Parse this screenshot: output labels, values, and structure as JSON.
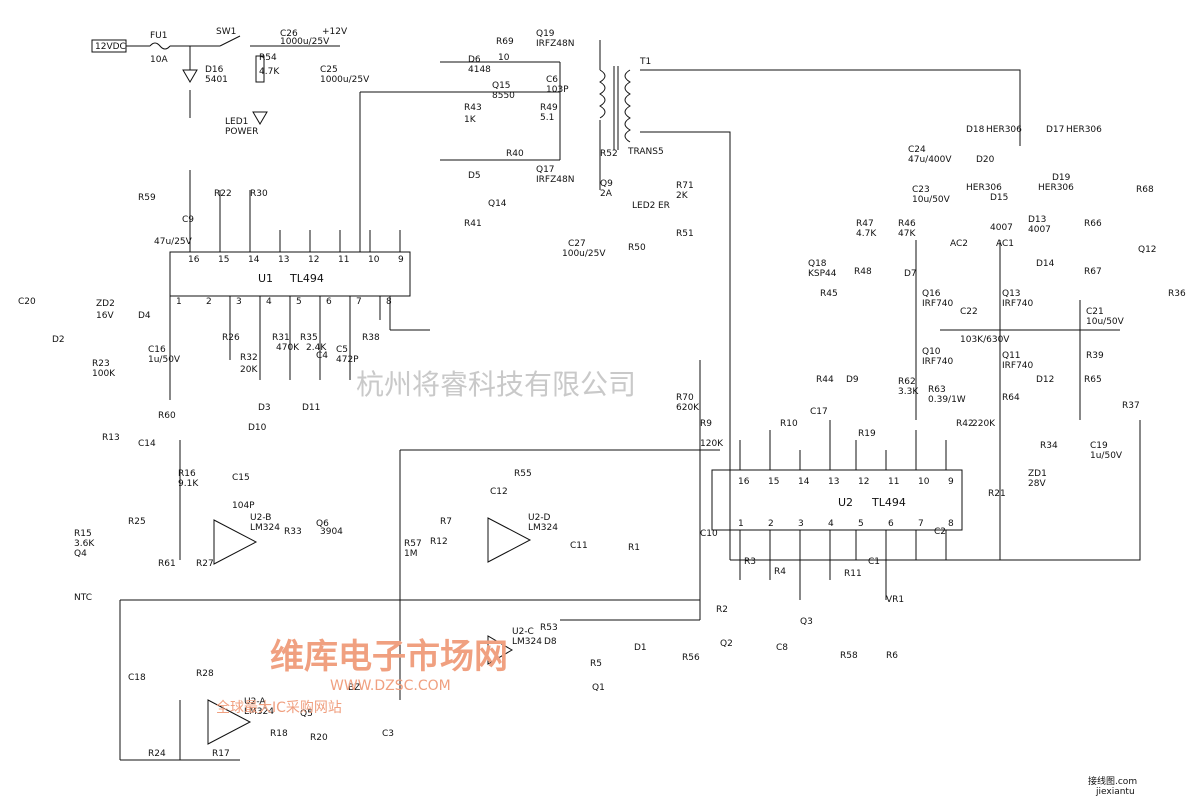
{
  "input": {
    "supply": "12VDC",
    "fuse": "FU1",
    "fuse_value": "10A",
    "switch": "SW1",
    "diode": "D16",
    "diode_value": "5401",
    "resistor": "R54",
    "resistor_value": "4.7K",
    "led": "LED1",
    "led_label": "POWER"
  },
  "caps_top": {
    "c26": "C26",
    "c26_value": "1000u/25V",
    "c25": "C25",
    "c25_value": "1000u/25V",
    "vplus": "+12V"
  },
  "u1": {
    "name": "U1",
    "part": "TL494",
    "pins_top": [
      "16",
      "15",
      "14",
      "13",
      "12",
      "11",
      "10",
      "9"
    ],
    "pins_bottom": [
      "1",
      "2",
      "3",
      "4",
      "5",
      "6",
      "7",
      "8"
    ]
  },
  "u2": {
    "name": "U2",
    "part": "TL494",
    "pins_top": [
      "16",
      "15",
      "14",
      "13",
      "12",
      "11",
      "10",
      "9"
    ],
    "pins_bottom": [
      "1",
      "2",
      "3",
      "4",
      "5",
      "6",
      "7",
      "8"
    ]
  },
  "mosfets_hv": [
    {
      "ref": "Q16",
      "part": "IRF740"
    },
    {
      "ref": "Q13",
      "part": "IRF740"
    },
    {
      "ref": "Q10",
      "part": "IRF740"
    },
    {
      "ref": "Q11",
      "part": "IRF740"
    }
  ],
  "mosfets_lv": [
    {
      "ref": "Q19",
      "part": "IRFZ48N"
    },
    {
      "ref": "Q17",
      "part": "IRFZ48N"
    }
  ],
  "transformer": {
    "ref": "T1",
    "label": "TRANS5"
  },
  "opamps": [
    {
      "ref": "U2-B",
      "part": "LM324"
    },
    {
      "ref": "U2-D",
      "part": "LM324"
    },
    {
      "ref": "U2-C",
      "part": "LM324"
    },
    {
      "ref": "U2-A",
      "part": "LM324"
    }
  ],
  "hv_diodes": [
    {
      "ref": "D18",
      "part": "HER306"
    },
    {
      "ref": "D17",
      "part": "HER306"
    },
    {
      "ref": "D20",
      "part": "HER306"
    },
    {
      "ref": "D19",
      "part": "HER306"
    },
    {
      "ref": "D15",
      "part": "4007"
    },
    {
      "ref": "D13",
      "part": "4007"
    }
  ],
  "components": [
    {
      "t": "R69"
    },
    {
      "t": "10"
    },
    {
      "t": "D6"
    },
    {
      "t": "4148"
    },
    {
      "t": "Q15"
    },
    {
      "t": "8550"
    },
    {
      "t": "R43"
    },
    {
      "t": "1K"
    },
    {
      "t": "C6"
    },
    {
      "t": "103P"
    },
    {
      "t": "R49"
    },
    {
      "t": "5.1"
    },
    {
      "t": "R40"
    },
    {
      "t": "D5"
    },
    {
      "t": "Q14"
    },
    {
      "t": "R41"
    },
    {
      "t": "R52"
    },
    {
      "t": "Q9"
    },
    {
      "t": "2A"
    },
    {
      "t": "R71"
    },
    {
      "t": "2K"
    },
    {
      "t": "LED2"
    },
    {
      "t": "ER"
    },
    {
      "t": "R51"
    },
    {
      "t": "C27"
    },
    {
      "t": "100u/25V"
    },
    {
      "t": "R50"
    },
    {
      "t": "C24"
    },
    {
      "t": "47u/400V"
    },
    {
      "t": "C23"
    },
    {
      "t": "10u/50V"
    },
    {
      "t": "R68"
    },
    {
      "t": "R47"
    },
    {
      "t": "4.7K"
    },
    {
      "t": "R46"
    },
    {
      "t": "47K"
    },
    {
      "t": "AC2"
    },
    {
      "t": "AC1"
    },
    {
      "t": "R66"
    },
    {
      "t": "Q18"
    },
    {
      "t": "KSP44"
    },
    {
      "t": "R48"
    },
    {
      "t": "D7"
    },
    {
      "t": "D14"
    },
    {
      "t": "R67"
    },
    {
      "t": "Q12"
    },
    {
      "t": "R45"
    },
    {
      "t": "R36"
    },
    {
      "t": "C22"
    },
    {
      "t": "103K/630V"
    },
    {
      "t": "C21"
    },
    {
      "t": "10u/50V"
    },
    {
      "t": "R39"
    },
    {
      "t": "R44"
    },
    {
      "t": "D9"
    },
    {
      "t": "R62"
    },
    {
      "t": "3.3K"
    },
    {
      "t": "R63"
    },
    {
      "t": "0.39/1W"
    },
    {
      "t": "D12"
    },
    {
      "t": "R65"
    },
    {
      "t": "R64"
    },
    {
      "t": "R37"
    },
    {
      "t": "R70"
    },
    {
      "t": "620K"
    },
    {
      "t": "R9"
    },
    {
      "t": "120K"
    },
    {
      "t": "C17"
    },
    {
      "t": "R10"
    },
    {
      "t": "R19"
    },
    {
      "t": "R42"
    },
    {
      "t": "220K"
    },
    {
      "t": "R34"
    },
    {
      "t": "C19"
    },
    {
      "t": "1u/50V"
    },
    {
      "t": "ZD1"
    },
    {
      "t": "28V"
    },
    {
      "t": "R59"
    },
    {
      "t": "R22"
    },
    {
      "t": "R30"
    },
    {
      "t": "C9"
    },
    {
      "t": "47u/25V"
    },
    {
      "t": "C20"
    },
    {
      "t": "ZD2"
    },
    {
      "t": "16V"
    },
    {
      "t": "D4"
    },
    {
      "t": "D2"
    },
    {
      "t": "C16"
    },
    {
      "t": "1u/50V"
    },
    {
      "t": "R23"
    },
    {
      "t": "100K"
    },
    {
      "t": "R26"
    },
    {
      "t": "R32"
    },
    {
      "t": "20K"
    },
    {
      "t": "R31"
    },
    {
      "t": "470K"
    },
    {
      "t": "R35"
    },
    {
      "t": "2.4K"
    },
    {
      "t": "C4"
    },
    {
      "t": "C5"
    },
    {
      "t": "472P"
    },
    {
      "t": "R38"
    },
    {
      "t": "D3"
    },
    {
      "t": "D10"
    },
    {
      "t": "D11"
    },
    {
      "t": "R60"
    },
    {
      "t": "R13"
    },
    {
      "t": "C14"
    },
    {
      "t": "R16"
    },
    {
      "t": "9.1K"
    },
    {
      "t": "C15"
    },
    {
      "t": "104P"
    },
    {
      "t": "R25"
    },
    {
      "t": "R33"
    },
    {
      "t": "Q6"
    },
    {
      "t": "3904"
    },
    {
      "t": "R27"
    },
    {
      "t": "R15"
    },
    {
      "t": "3.6K"
    },
    {
      "t": "Q4"
    },
    {
      "t": "NTC"
    },
    {
      "t": "R61"
    },
    {
      "t": "R55"
    },
    {
      "t": "C12"
    },
    {
      "t": "R7"
    },
    {
      "t": "R12"
    },
    {
      "t": "R57"
    },
    {
      "t": "1M"
    },
    {
      "t": "C11"
    },
    {
      "t": "R1"
    },
    {
      "t": "R53"
    },
    {
      "t": "D1"
    },
    {
      "t": "D8"
    },
    {
      "t": "R5"
    },
    {
      "t": "Q1"
    },
    {
      "t": "C10"
    },
    {
      "t": "R3"
    },
    {
      "t": "R4"
    },
    {
      "t": "R2"
    },
    {
      "t": "Q2"
    },
    {
      "t": "R56"
    },
    {
      "t": "C8"
    },
    {
      "t": "R58"
    },
    {
      "t": "Q3"
    },
    {
      "t": "R11"
    },
    {
      "t": "C1"
    },
    {
      "t": "VR1"
    },
    {
      "t": "R6"
    },
    {
      "t": "C2"
    },
    {
      "t": "R21"
    },
    {
      "t": "R28"
    },
    {
      "t": "C18"
    },
    {
      "t": "R24"
    },
    {
      "t": "R17"
    },
    {
      "t": "R18"
    },
    {
      "t": "Q5"
    },
    {
      "t": "R20"
    },
    {
      "t": "BZ"
    },
    {
      "t": "C3"
    }
  ],
  "watermarks": {
    "cn_company": "杭州将睿科技有限公司",
    "brand": "维库电子市场网",
    "brand_url": "WWW.DZSC.COM",
    "brand_tagline": "全球最大IC采购网站",
    "corner": "接线图.com",
    "corner_sub": "jiexiantu"
  }
}
